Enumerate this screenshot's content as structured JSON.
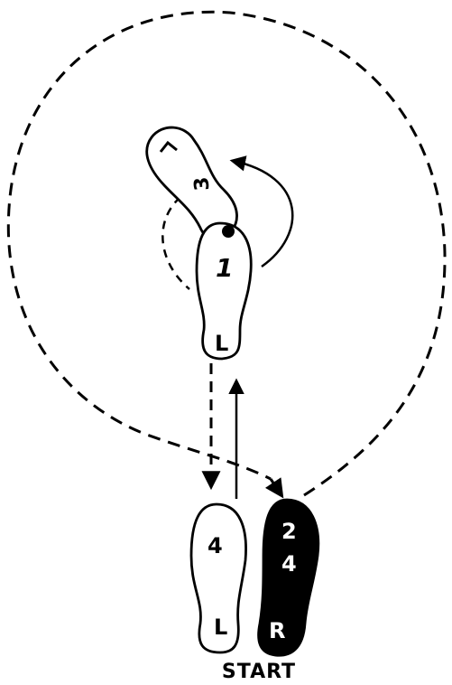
{
  "caption": "START",
  "colors": {
    "ink": "#000000",
    "paper": "#ffffff"
  },
  "footprints": {
    "left_pivot": {
      "heel_label": "L",
      "step_number": "1",
      "marker": "dot"
    },
    "left_turned": {
      "toe_label": "L",
      "step_number": "3"
    },
    "left_start": {
      "heel_label": "L",
      "step_number": "4"
    },
    "right_start": {
      "heel_label": "R",
      "step_numbers": [
        "2",
        "4"
      ]
    }
  },
  "paths": {
    "outer_circle": "dashed",
    "pivot_turn": "solid arrow",
    "pivot_return": "dashed arc",
    "forward_step": "solid arrow",
    "back_step": "dashed arrow",
    "diagonal_step": "dashed arrow"
  }
}
